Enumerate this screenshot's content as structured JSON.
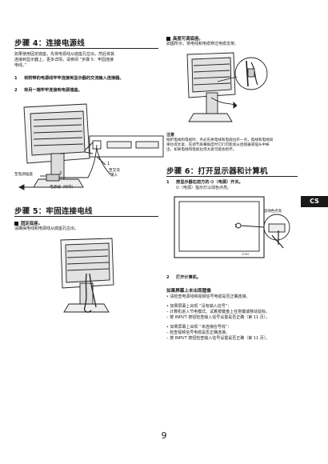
{
  "left": {
    "step4": {
      "title": "步骤 4：连接电源线",
      "intro": [
        "如果使用固定底座，先将电源线从底座孔拉出，然后将其",
        "连接到显示器上。更多详情，请参阅 “步骤 5：牢固连接",
        "电线。”"
      ],
      "items": [
        {
          "num": "1",
          "text": "将附带的电源线牢牢连接到显示器的交流输入连接器。"
        },
        {
          "num": "2",
          "text": "将另一端牢牢连接到电源插座。"
        }
      ],
      "figure": {
        "ac_in_label_1": "至交流",
        "ac_in_label_2": "输入",
        "outlet_label": "至电源插座",
        "cord_label": "电源线（附带）",
        "callout_2": "2",
        "callout_1": "1"
      }
    },
    "step5": {
      "title": "步骤 5：牢固连接电线",
      "sub_title": "固定底座。",
      "sub_text": "请确保电线和电源线从底座孔拉出。"
    }
  },
  "right": {
    "height_adjust": {
      "sub_title": "高度可调底座。",
      "sub_text": "如图所示，将电线和电缆穿过电缆支架。"
    },
    "note": {
      "title": "注意",
      "lines": [
        "缩折电线和电缆时，务必先将电线和电缆拉开一点，电线和电线如",
        "果拉得太紧，在调节屏幕角度时它们可能会从连接器或插头中掉",
        "出。如果电线和电缆拉得太紧可能会损坏。"
      ]
    },
    "step6": {
      "title": "步骤 6：打开显示器和计算机",
      "items": [
        {
          "num": "1",
          "lines": [
            "按显示器右前方的 ⏻（电源）开关。",
            "⏻（电源）指示灯以绿色点亮。"
          ]
        },
        {
          "num": "2",
          "lines": [
            "打开计算机。"
          ]
        }
      ],
      "figure": {
        "callout": "呈绿色点亮",
        "brand": "SONY",
        "callout_num": "1"
      }
    },
    "troubleshoot": {
      "title": "如果屏幕上未出现图像",
      "bullets": [
        {
          "lines": [
            "• 请检查电源线和视频信号电缆是否正确连接。"
          ]
        },
        {
          "lines": [
            "• 如果屏幕上出现 “没有输入信号”：",
            "– 计算机进入节电模式。试着按键盘上任意键或移动鼠标。",
            "– 按 INPUT 按钮检查输入信号设置是否正确（第 11 页）。"
          ]
        },
        {
          "lines": [
            "• 如果屏幕上出现 “未连接信号线”：",
            "– 检查视频信号电缆是否正确连接。",
            "– 按 INPUT 按钮检查输入信号设置是否正确（第 11 页）。"
          ]
        }
      ]
    }
  },
  "side_tab": "CS",
  "page_number": "9"
}
